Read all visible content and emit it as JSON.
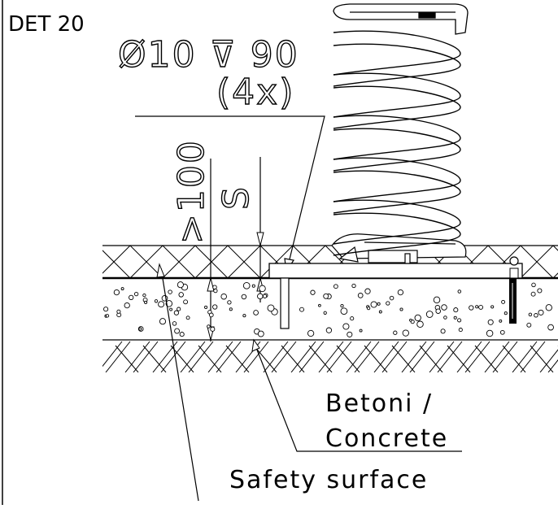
{
  "drawing": {
    "detail_label": "DET 20",
    "hole_callout": "Ø10 ⊽ 90",
    "hole_count": "(4x)",
    "dim_min": ">100",
    "dim_s": "S",
    "label_concrete_fi": "Betoni /",
    "label_concrete_en": "Concrete",
    "label_surface": "Safety surface"
  }
}
